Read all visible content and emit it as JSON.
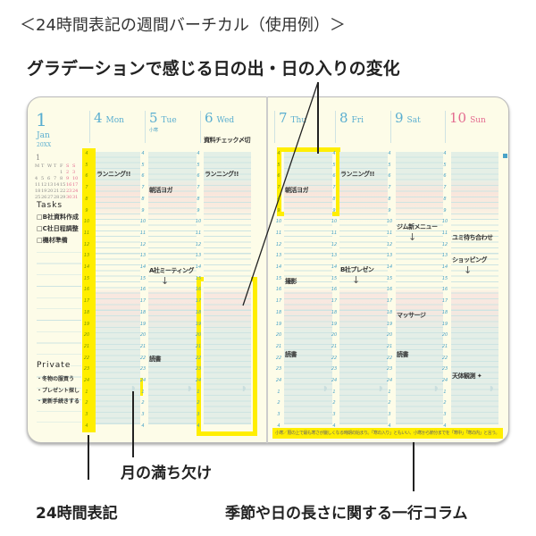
{
  "title": "＜24時間表記の週間バーチカル（使用例）＞",
  "callouts": {
    "gradient": "グラデーションで感じる日の出・日の入りの変化",
    "moon": "月の満ち欠け",
    "hours24": "24時間表記",
    "column": "季節や日の長さに関する一行コラム"
  },
  "month": {
    "day": "1",
    "name": "Jan",
    "year": "20XX"
  },
  "mini_calendar": {
    "month": "1",
    "weekdays": [
      "M",
      "T",
      "W",
      "T",
      "F",
      "S",
      "S"
    ],
    "days": [
      "",
      "",
      "",
      "",
      "1",
      "2",
      "3",
      "4",
      "5",
      "6",
      "7",
      "8",
      "9",
      "10",
      "11",
      "12",
      "13",
      "14",
      "15",
      "16",
      "17",
      "18",
      "19",
      "20",
      "21",
      "22",
      "23",
      "24",
      "25",
      "26",
      "27",
      "28",
      "29",
      "30",
      "31"
    ]
  },
  "tasks": {
    "label": "Tasks",
    "items": [
      "□B社資料作成",
      "□C社日程調整",
      "□機材準備"
    ]
  },
  "private": {
    "label": "Private",
    "items": [
      "・冬物の服買う",
      "・プレゼント探し",
      "・更新手続きする"
    ]
  },
  "days": [
    {
      "num": "4",
      "name": "Mon",
      "sub": "",
      "memo": ""
    },
    {
      "num": "5",
      "name": "Tue",
      "sub": "小寒",
      "memo": ""
    },
    {
      "num": "6",
      "name": "Wed",
      "sub": "",
      "memo": "資料チェック〆切"
    },
    {
      "num": "7",
      "name": "Thu",
      "sub": "",
      "memo": ""
    },
    {
      "num": "8",
      "name": "Fri",
      "sub": "",
      "memo": ""
    },
    {
      "num": "9",
      "name": "Sat",
      "sub": "",
      "memo": ""
    },
    {
      "num": "10",
      "name": "Sun",
      "sub": "",
      "memo": ""
    }
  ],
  "hours": [
    "4",
    "5",
    "6",
    "7",
    "8",
    "9",
    "10",
    "11",
    "12",
    "13",
    "14",
    "15",
    "16",
    "17",
    "18",
    "19",
    "20",
    "21",
    "22",
    "23",
    "24",
    "1",
    "2",
    "3",
    "4"
  ],
  "events": [
    {
      "day": 0,
      "hour": 5.6,
      "text": "ランニング!!"
    },
    {
      "day": 1,
      "hour": 7.0,
      "text": "朝活ヨガ"
    },
    {
      "day": 1,
      "hour": 14.1,
      "text": "A社ミーティング",
      "arrow": true
    },
    {
      "day": 1,
      "hour": 21.9,
      "text": "読書"
    },
    {
      "day": 2,
      "hour": 5.6,
      "text": "ランニング!!"
    },
    {
      "day": 3,
      "hour": 7.0,
      "text": "朝活ヨガ"
    },
    {
      "day": 3,
      "hour": 15.0,
      "text": "撮影"
    },
    {
      "day": 3,
      "hour": 21.5,
      "text": "読書"
    },
    {
      "day": 4,
      "hour": 5.6,
      "text": "ランニング!!"
    },
    {
      "day": 4,
      "hour": 14.0,
      "text": "B社プレゼン",
      "arrow": true
    },
    {
      "day": 5,
      "hour": 10.2,
      "text": "ジム新メニュー",
      "arrow": true
    },
    {
      "day": 5,
      "hour": 18.0,
      "text": "マッサージ"
    },
    {
      "day": 5,
      "hour": 21.5,
      "text": "読書"
    },
    {
      "day": 6,
      "hour": 11.2,
      "text": "ユミ待ち合わせ"
    },
    {
      "day": 6,
      "hour": 13.1,
      "text": "ショッピング",
      "arrow": true
    },
    {
      "day": 6,
      "hour": 23.4,
      "text": "天体観測 ✦"
    }
  ],
  "footer_column": "小寒／暦の上で最も寒さが厳しくなる時期の始まり。「寒の入り」ともいい、小寒から節分までを「寒中」「寒の内」と言う。",
  "colors": {
    "accent": "#5aaed0",
    "sunday": "#e46a8f",
    "highlight": "#ffee00"
  }
}
